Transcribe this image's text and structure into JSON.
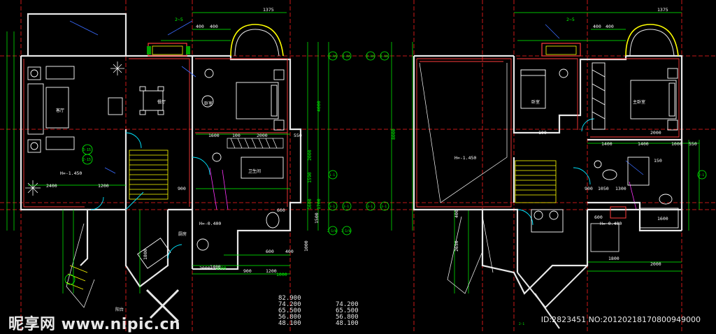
{
  "colors": {
    "wall": "#e8e8e8",
    "wall_inner": "#ff3b3b",
    "dimension": "#00ff00",
    "axis": "#ff2020",
    "text": "#ffffff",
    "furniture": "#ffffff",
    "cyan": "#00e5ff",
    "yellow": "#ffff00",
    "magenta": "#ff33ff",
    "blue": "#3a6bff"
  },
  "plan_left": {
    "top_dims": [
      "1375",
      "400",
      "400",
      "2~5"
    ],
    "room_labels": [
      "客厅",
      "餐厅",
      "卧室",
      "卫生间",
      "厨房",
      "阳台",
      "H=-1.450",
      "H=-0.400",
      "3-15",
      "2-15"
    ],
    "right_dims": [
      "4000",
      "1590",
      "2000",
      "1600",
      "1700"
    ],
    "bottom_dims": [
      "1600",
      "900",
      "1200",
      "600",
      "400",
      "1000",
      "1000"
    ],
    "middle_dims": [
      "1600",
      "100",
      "2000",
      "550",
      "900",
      "2400",
      "1200",
      "1400",
      "600",
      "1500",
      "2000",
      "1800"
    ],
    "axis_tags": [
      "3-AA",
      "3-AA",
      "3-1",
      "3-1",
      "1-1",
      "2-1/0",
      "3-1/0"
    ]
  },
  "plan_right": {
    "top_dims": [
      "1375",
      "400",
      "400",
      "2~5"
    ],
    "room_labels": [
      "卧室",
      "主卧室",
      "H=-1.450",
      "H=-0.400"
    ],
    "left_dims": [
      "8000",
      "2650",
      "400"
    ],
    "middle_dims": [
      "100",
      "2000",
      "1400",
      "1400",
      "1000",
      "550",
      "900",
      "1050",
      "1300",
      "1600",
      "1800",
      "2000",
      "600",
      "150"
    ],
    "axis_tags": [
      "3-AA",
      "3-AA",
      "3-1",
      "3-1",
      "2-1",
      "2-1"
    ]
  },
  "elevations_left": [
    "82.900",
    "74.200",
    "65.500",
    "56.800",
    "48.100"
  ],
  "elevations_right": [
    "74.200",
    "65.500",
    "56.800",
    "48.100"
  ],
  "watermark": {
    "logo": "昵享网 www.nipic.cn",
    "id_text": "ID:2823451 NO:20120218170800949000"
  }
}
